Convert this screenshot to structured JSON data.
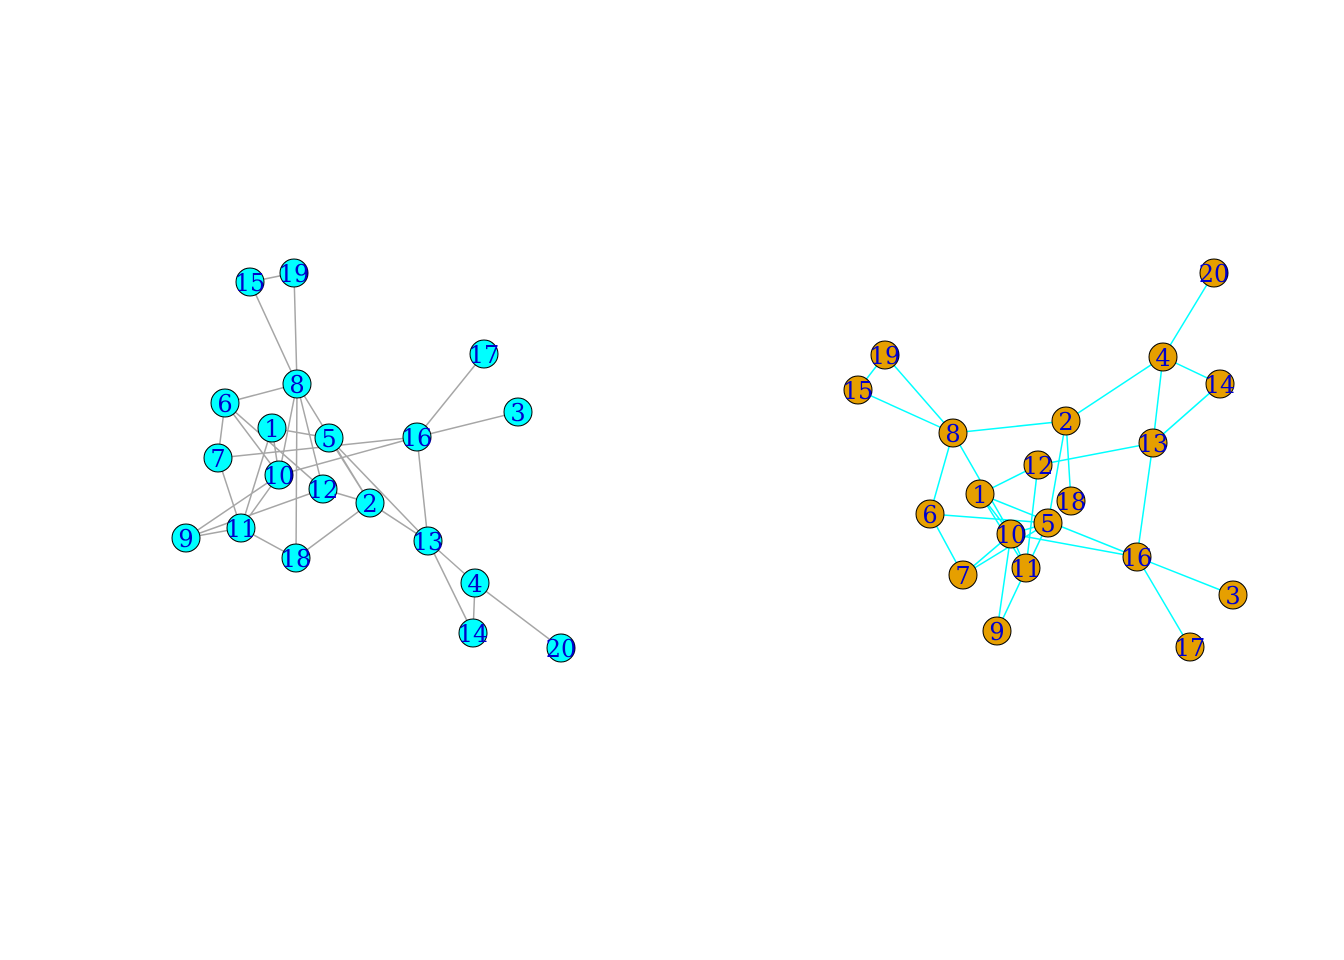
{
  "colors": {
    "background": "#ffffff",
    "left_node_fill": "#00ffff",
    "left_edge": "#a6a6a6",
    "right_node_fill": "#e69f00",
    "right_edge": "#00ffff",
    "node_border": "#000000",
    "label": "#0000cc"
  },
  "graphs": [
    {
      "name": "left-graph",
      "node_fill": "#00ffff",
      "edge_color": "#a6a6a6",
      "nodes": [
        {
          "id": "1"
        },
        {
          "id": "2"
        },
        {
          "id": "3"
        },
        {
          "id": "4"
        },
        {
          "id": "5"
        },
        {
          "id": "6"
        },
        {
          "id": "7"
        },
        {
          "id": "8"
        },
        {
          "id": "9"
        },
        {
          "id": "10"
        },
        {
          "id": "11"
        },
        {
          "id": "12"
        },
        {
          "id": "13"
        },
        {
          "id": "14"
        },
        {
          "id": "15"
        },
        {
          "id": "16"
        },
        {
          "id": "17"
        },
        {
          "id": "18"
        },
        {
          "id": "19"
        },
        {
          "id": "20"
        }
      ],
      "edges": [
        [
          "15",
          "19"
        ],
        [
          "15",
          "8"
        ],
        [
          "19",
          "8"
        ],
        [
          "8",
          "6"
        ],
        [
          "8",
          "10"
        ],
        [
          "8",
          "12"
        ],
        [
          "8",
          "2"
        ],
        [
          "8",
          "18"
        ],
        [
          "6",
          "7"
        ],
        [
          "6",
          "10"
        ],
        [
          "6",
          "12"
        ],
        [
          "7",
          "11"
        ],
        [
          "7",
          "16"
        ],
        [
          "1",
          "5"
        ],
        [
          "1",
          "10"
        ],
        [
          "1",
          "11"
        ],
        [
          "5",
          "2"
        ],
        [
          "5",
          "13"
        ],
        [
          "10",
          "9"
        ],
        [
          "10",
          "11"
        ],
        [
          "10",
          "16"
        ],
        [
          "9",
          "11"
        ],
        [
          "9",
          "12"
        ],
        [
          "11",
          "18"
        ],
        [
          "18",
          "2"
        ],
        [
          "12",
          "2"
        ],
        [
          "2",
          "13"
        ],
        [
          "16",
          "17"
        ],
        [
          "16",
          "3"
        ],
        [
          "16",
          "13"
        ],
        [
          "13",
          "4"
        ],
        [
          "13",
          "14"
        ],
        [
          "4",
          "14"
        ],
        [
          "4",
          "20"
        ]
      ]
    },
    {
      "name": "right-graph",
      "node_fill": "#e69f00",
      "edge_color": "#00ffff",
      "nodes": [
        {
          "id": "1"
        },
        {
          "id": "2"
        },
        {
          "id": "3"
        },
        {
          "id": "4"
        },
        {
          "id": "5"
        },
        {
          "id": "6"
        },
        {
          "id": "7"
        },
        {
          "id": "8"
        },
        {
          "id": "9"
        },
        {
          "id": "10"
        },
        {
          "id": "11"
        },
        {
          "id": "12"
        },
        {
          "id": "13"
        },
        {
          "id": "14"
        },
        {
          "id": "15"
        },
        {
          "id": "16"
        },
        {
          "id": "17"
        },
        {
          "id": "18"
        },
        {
          "id": "19"
        },
        {
          "id": "20"
        }
      ],
      "edges": [
        [
          "19",
          "15"
        ],
        [
          "19",
          "8"
        ],
        [
          "15",
          "8"
        ],
        [
          "8",
          "2"
        ],
        [
          "8",
          "6"
        ],
        [
          "8",
          "10"
        ],
        [
          "2",
          "4"
        ],
        [
          "2",
          "5"
        ],
        [
          "2",
          "18"
        ],
        [
          "4",
          "20"
        ],
        [
          "4",
          "14"
        ],
        [
          "4",
          "13"
        ],
        [
          "14",
          "13"
        ],
        [
          "13",
          "12"
        ],
        [
          "13",
          "16"
        ],
        [
          "12",
          "1"
        ],
        [
          "12",
          "11"
        ],
        [
          "1",
          "10"
        ],
        [
          "1",
          "11"
        ],
        [
          "1",
          "16"
        ],
        [
          "6",
          "7"
        ],
        [
          "6",
          "5"
        ],
        [
          "7",
          "10"
        ],
        [
          "7",
          "5"
        ],
        [
          "10",
          "9"
        ],
        [
          "10",
          "11"
        ],
        [
          "10",
          "16"
        ],
        [
          "10",
          "5"
        ],
        [
          "5",
          "9"
        ],
        [
          "16",
          "3"
        ],
        [
          "16",
          "17"
        ]
      ]
    }
  ]
}
